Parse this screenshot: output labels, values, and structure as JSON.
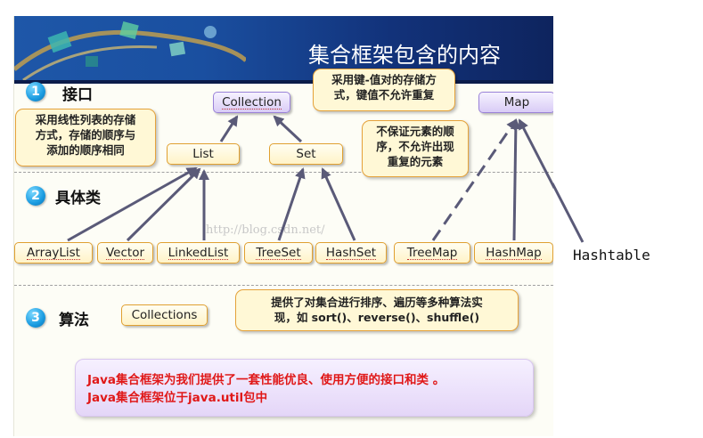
{
  "banner": {
    "title": "集合框架包含的内容"
  },
  "sections": [
    {
      "number": "1",
      "title": "接口"
    },
    {
      "number": "2",
      "title": "具体类"
    },
    {
      "number": "3",
      "title": "算法"
    }
  ],
  "interfaces": {
    "collection": "Collection",
    "list": "List",
    "set": "Set",
    "map": "Map"
  },
  "classes": {
    "arraylist": "ArrayList",
    "vector": "Vector",
    "linkedlist": "LinkedList",
    "treeset": "TreeSet",
    "hashset": "HashSet",
    "treemap": "TreeMap",
    "hashmap": "HashMap",
    "hashtable": "Hashtable"
  },
  "algorithms": {
    "collections": "Collections"
  },
  "callouts": {
    "map_note": [
      "采用键-值对的存储方",
      "式，键值不允许重复"
    ],
    "list_note": [
      "采用线性列表的存储",
      "方式，存储的顺序与",
      "添加的顺序相同"
    ],
    "set_note": [
      "不保证元素的顺",
      "序，不允许出现",
      "重复的元素"
    ],
    "algo_note": [
      "提供了对集合进行排序、遍历等多种算法实",
      "现，如 sort()、reverse()、shuffle()"
    ]
  },
  "summary": [
    "Java集合框架为我们提供了一套性能优良、使用方便的接口和类 。",
    "Java集合框架位于java.util包中"
  ],
  "watermark": "http://blog.csdn.net/",
  "colors": {
    "banner": "#1a4fa0",
    "node_border": "#e0a030",
    "purple_node": "#d9ccf6",
    "arrow": "#5a5a78",
    "summary_text": "#e01818"
  }
}
